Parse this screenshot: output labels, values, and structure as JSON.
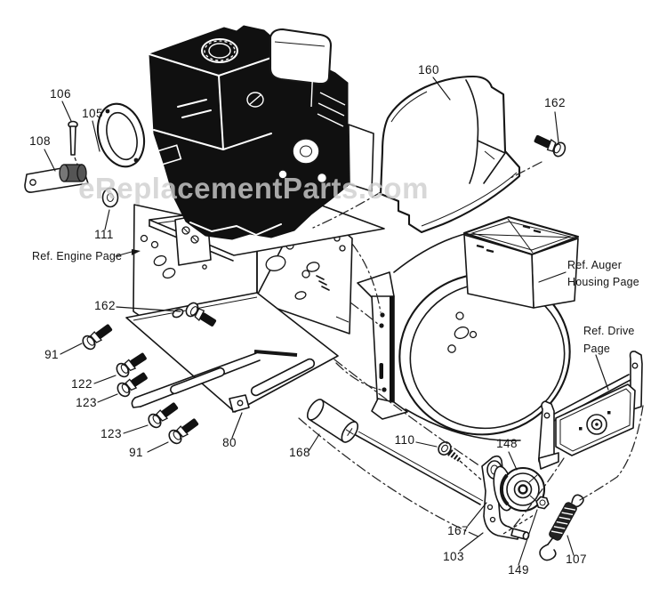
{
  "watermark": {
    "text": "eReplacementParts.com",
    "color": "#cfcfcf"
  },
  "diagram": {
    "kind": "exploded-parts-diagram",
    "ink_color": "#161616",
    "labels": [
      {
        "id": "106",
        "text": "106"
      },
      {
        "id": "105",
        "text": "105"
      },
      {
        "id": "108",
        "text": "108"
      },
      {
        "id": "111",
        "text": "111"
      },
      {
        "id": "ref-engine",
        "text": "Ref. Engine Page"
      },
      {
        "id": "160",
        "text": "160"
      },
      {
        "id": "162-top",
        "text": "162"
      },
      {
        "id": "ref-auger-line1",
        "text": "Ref. Auger"
      },
      {
        "id": "ref-auger-line2",
        "text": "Housing Page"
      },
      {
        "id": "162-left",
        "text": "162"
      },
      {
        "id": "91-a",
        "text": "91"
      },
      {
        "id": "122",
        "text": "122"
      },
      {
        "id": "123-a",
        "text": "123"
      },
      {
        "id": "123-b",
        "text": "123"
      },
      {
        "id": "91-b",
        "text": "91"
      },
      {
        "id": "80",
        "text": "80"
      },
      {
        "id": "168",
        "text": "168"
      },
      {
        "id": "110",
        "text": "110"
      },
      {
        "id": "148",
        "text": "148"
      },
      {
        "id": "ref-drive-line1",
        "text": "Ref. Drive"
      },
      {
        "id": "ref-drive-line2",
        "text": "Page"
      },
      {
        "id": "167",
        "text": "167"
      },
      {
        "id": "103",
        "text": "103"
      },
      {
        "id": "149",
        "text": "149"
      },
      {
        "id": "107",
        "text": "107"
      }
    ]
  }
}
